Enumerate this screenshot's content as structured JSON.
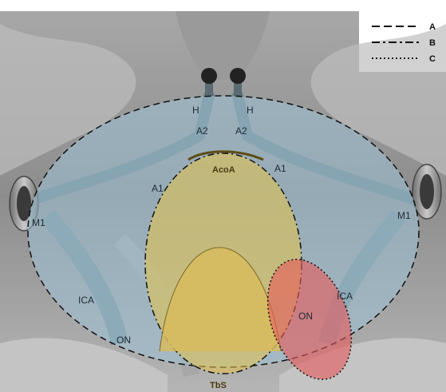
{
  "legend": {
    "items": [
      {
        "key": "A",
        "style": "dashed"
      },
      {
        "key": "B",
        "style": "dash-dot"
      },
      {
        "key": "C",
        "style": "dotted"
      }
    ]
  },
  "labels": {
    "h_left": "H",
    "h_right": "H",
    "a2_left": "A2",
    "a2_right": "A2",
    "acoa": "AcoA",
    "a1_left": "A1",
    "a1_right": "A1",
    "m1_left": "M1",
    "m1_right": "M1",
    "ica_left": "ICA",
    "ica_right": "ICA",
    "on_left": "ON",
    "on_right": "ON",
    "tbs": "TbS"
  },
  "colors": {
    "region_a": "#9cc3d6",
    "region_b": "#e6c24a",
    "region_c": "#e85a5a",
    "background_gray": "#8f8f8f"
  }
}
